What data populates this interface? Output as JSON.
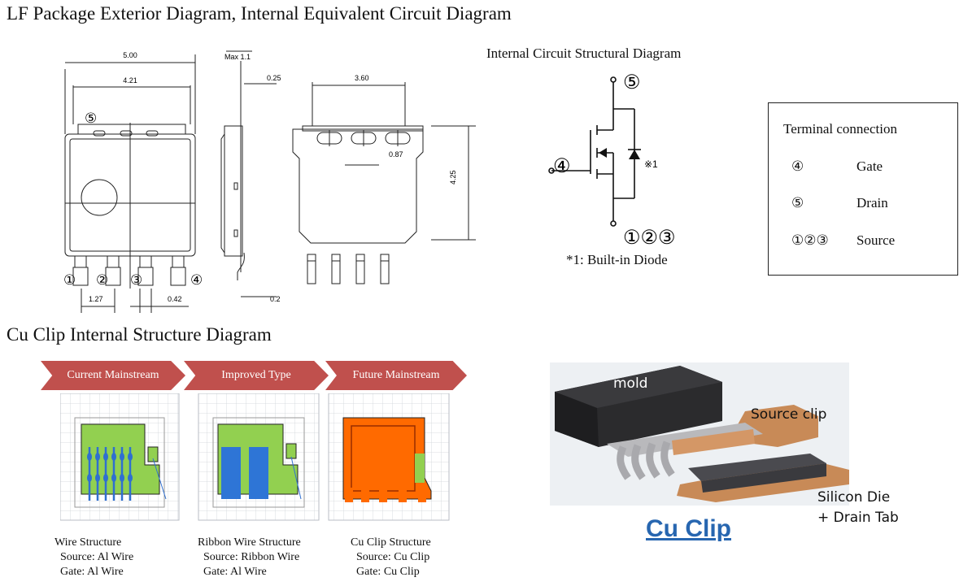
{
  "titles": {
    "package": "LF Package Exterior Diagram, Internal Equivalent Circuit Diagram",
    "cu_clip": "Cu Clip Internal Structure Diagram"
  },
  "package_drawing": {
    "dims": {
      "total_width": "5.00",
      "inner_width": "4.21",
      "max_height": "Max 1.1",
      "lead_thickness_top": "0.25",
      "tab_width": "3.60",
      "slot_width": "0.87",
      "body_height": "4.25",
      "pitch": "1.27",
      "lead_width": "0.42",
      "lead_thickness_bottom": "0.2"
    },
    "pins": {
      "p1": "①",
      "p2": "②",
      "p3": "③",
      "p4": "④",
      "p5": "⑤"
    }
  },
  "circuit": {
    "title": "Internal Circuit Structural Diagram",
    "drain_pin": "⑤",
    "gate_pin": "④",
    "source_pins": "①②③",
    "diode_mark": "※1",
    "note": "*1: Built-in Diode"
  },
  "terminal_connection": {
    "title": "Terminal connection",
    "rows": [
      {
        "pin": "④",
        "name": "Gate"
      },
      {
        "pin": "⑤",
        "name": "Drain"
      },
      {
        "pin": "①②③",
        "name": "Source"
      }
    ]
  },
  "structures": {
    "arrows": [
      "Current Mainstream",
      "Improved Type",
      "Future Mainstream"
    ],
    "arrow_color": "#c0504d",
    "die_color": "#92d050",
    "ribbon_color": "#2e75d6",
    "wire_color": "#2f6fd0",
    "clip_color": "#ff6a00",
    "items": [
      {
        "name": "Wire Structure",
        "source": "Source: Al Wire",
        "gate": "Gate: Al Wire"
      },
      {
        "name": "Ribbon Wire Structure",
        "source": "Source: Ribbon Wire",
        "gate": "Gate: Al Wire"
      },
      {
        "name": "Cu Clip Structure",
        "source": "Source: Cu Clip",
        "gate": "Gate: Cu Clip"
      }
    ]
  },
  "photo": {
    "mold": "mold",
    "source_clip": "Source clip",
    "silicon_die": "Silicon Die",
    "drain_tab": "+ Drain Tab",
    "caption": "Cu   Clip",
    "caption_color": "#2766b0"
  }
}
